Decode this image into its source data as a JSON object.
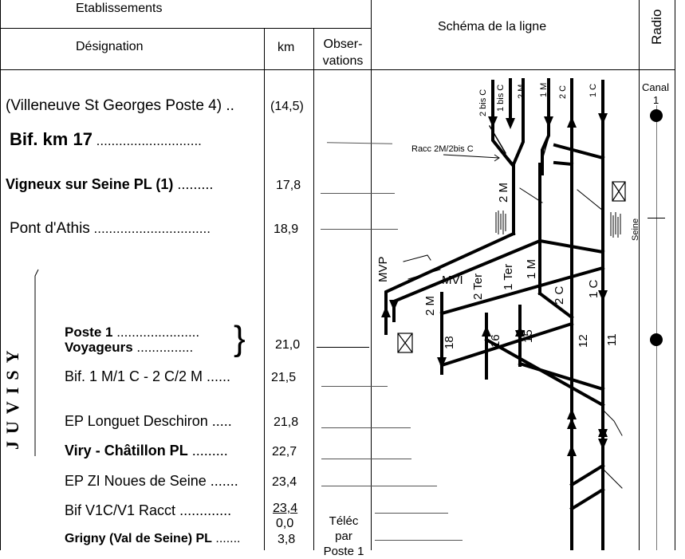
{
  "header": {
    "etablissements": "Etablissements",
    "designation": "Désignation",
    "km": "km",
    "observations_line1": "Obser-",
    "observations_line2": "vations",
    "schema": "Schéma de la ligne",
    "radio": "Radio"
  },
  "rows": [
    {
      "name": "(Villeneuve St Georges Poste 4)",
      "dots": " ..",
      "km": "(14,5)"
    },
    {
      "name": "Bif. km 17",
      "dots": " ............................",
      "km": ""
    },
    {
      "name": "Vigneux sur Seine  PL   (1)",
      "dots": " .........",
      "km": "17,8"
    },
    {
      "name": "Pont d'Athis",
      "dots": " ...............................",
      "km": "18,9"
    },
    {
      "name": "Poste 1",
      "dots": " ......................",
      "km": ""
    },
    {
      "name": "Voyageurs",
      "dots": " ...............",
      "km": "21,0"
    },
    {
      "name": "Bif. 1 M/1 C - 2 C/2 M",
      "dots": " ......",
      "km": "21,5"
    },
    {
      "name": "EP Longuet Deschiron",
      "dots": " .....",
      "km": "21,8"
    },
    {
      "name": "Viry - Châtillon PL",
      "dots": " .........",
      "km": "22,7"
    },
    {
      "name": "EP ZI Noues de Seine",
      "dots": " .......",
      "km": "23,4"
    },
    {
      "name": "Bif V1C/V1 Racct",
      "dots": " .............",
      "km_top": "23,4",
      "km_bottom": "0,0"
    },
    {
      "name": "Grigny (Val de Seine) PL",
      "dots": " .......",
      "km": "3,8"
    }
  ],
  "side_label": "JUVISY",
  "observations_note": {
    "line1": "Téléc",
    "line2": "par",
    "line3": "Poste 1"
  },
  "radio": {
    "canal_label": "Canal",
    "canal_number": "1"
  },
  "schema": {
    "track_labels_top": [
      "2 bis C",
      "1 bis C",
      "2 M",
      "1 M",
      "2 C",
      "1 C"
    ],
    "racc_label": "Racc 2M/2bis C",
    "label_2M_mid": "2 M",
    "label_seine": "Seine",
    "label_mvp": "MVP",
    "label_mvi": "MVI",
    "label_1M_low": "1 M",
    "label_2ter": "2 Ter",
    "label_1ter": "1 Ter",
    "label_2M_low": "2 M",
    "label_2C_low": "2 C",
    "label_1C_low": "1 C",
    "voie_numbers": [
      "18",
      "16",
      "15",
      "12",
      "11"
    ]
  }
}
